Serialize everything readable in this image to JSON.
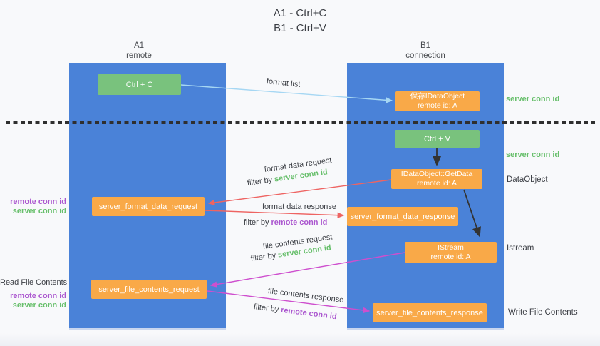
{
  "title": {
    "line1": "A1 - Ctrl+C",
    "line2": "B1 - Ctrl+V"
  },
  "columns": {
    "a1": {
      "name": "A1",
      "subtitle": "remote"
    },
    "b1": {
      "name": "B1",
      "subtitle": "connection"
    }
  },
  "nodes": {
    "ctrl_c": {
      "label": "Ctrl + C"
    },
    "save_dataobject": {
      "line1": "保存IDataObject",
      "line2": "remote id: A"
    },
    "ctrl_v": {
      "label": "Ctrl + V"
    },
    "getdata": {
      "line1": "IDataObject::GetData",
      "line2": "remote id: A"
    },
    "format_request": {
      "label": "server_format_data_request"
    },
    "format_response": {
      "label": "server_format_data_response"
    },
    "istream": {
      "line1": "IStream",
      "line2": "remote id: A"
    },
    "file_request": {
      "label": "server_file_contents_request"
    },
    "file_response": {
      "label": "server_file_contents_response"
    }
  },
  "arrow_labels": {
    "format_list": "format list",
    "format_data_request": "format data request",
    "format_data_response": "format data response",
    "file_contents_request": "file contents request",
    "file_contents_response": "file contents response",
    "filter_by": "filter by ",
    "server_conn_id": "server conn id",
    "remote_conn_id": "remote conn id"
  },
  "side_labels": {
    "right_top_server_conn_id": "server conn id",
    "right_mid_server_conn_id": "server conn id",
    "dataobject": "DataObject",
    "istream": "Istream",
    "write_file_contents": "Write File Contents",
    "left_remote_conn_id_top": "remote conn id",
    "left_server_conn_id_top": "server conn id",
    "read_file_contents": "Read File Contents",
    "left_remote_conn_id_bottom": "remote conn id",
    "left_server_conn_id_bottom": "server conn id"
  },
  "colors": {
    "col-blue": "#4a82d8",
    "box-green": "#79c27d",
    "box-orange": "#f9a948",
    "txt-green": "#67bf6b",
    "txt-purple": "#ab57cf",
    "arrow-red": "#ee6462",
    "arrow-magenta": "#ce4fce",
    "arrow-blue": "#a6d7f3",
    "ink": "#3b3e44",
    "bg": "#f8f9fb"
  }
}
